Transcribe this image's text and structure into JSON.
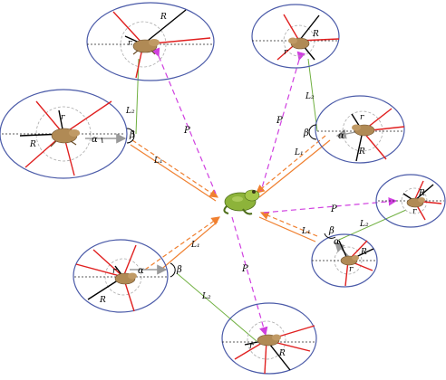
{
  "labels": {
    "R": "R",
    "r": "r",
    "L1": "L₁",
    "L2": "L₂",
    "P": "P",
    "alpha": "α",
    "beta": "β"
  },
  "colors": {
    "ellipse": "#4a5aa8",
    "circle": "#9a9a9a",
    "red_ray": "#e02020",
    "black_ray": "#000000",
    "L1": "#f08030",
    "L2": "#70b040",
    "P": "#d040e0",
    "arrow_gray": "#9a9a9a",
    "frog": "#8db33a",
    "toad": "#b08a55"
  }
}
